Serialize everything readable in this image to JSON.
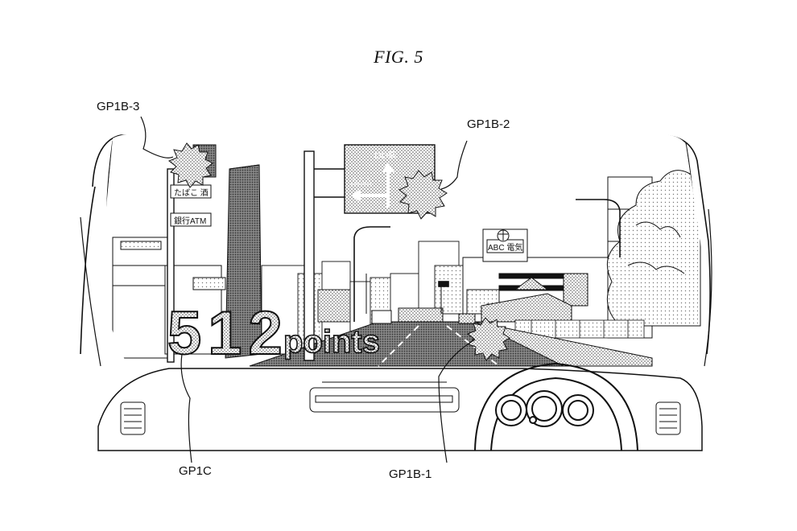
{
  "figure": {
    "title": "FIG. 5"
  },
  "labels": {
    "gp1b3": "GP1B-3",
    "gp1b2": "GP1B-2",
    "gp1b1": "GP1B-1",
    "gp1c": "GP1C"
  },
  "overlay": {
    "score_number": "512",
    "score_unit": "points"
  },
  "signs": {
    "road_sign_top": "OO駅",
    "road_sign_left": "△△△",
    "shop_sign_1": "たばこ 酒",
    "shop_sign_2": "銀行ATM",
    "building_sign": "ABC 電気"
  }
}
